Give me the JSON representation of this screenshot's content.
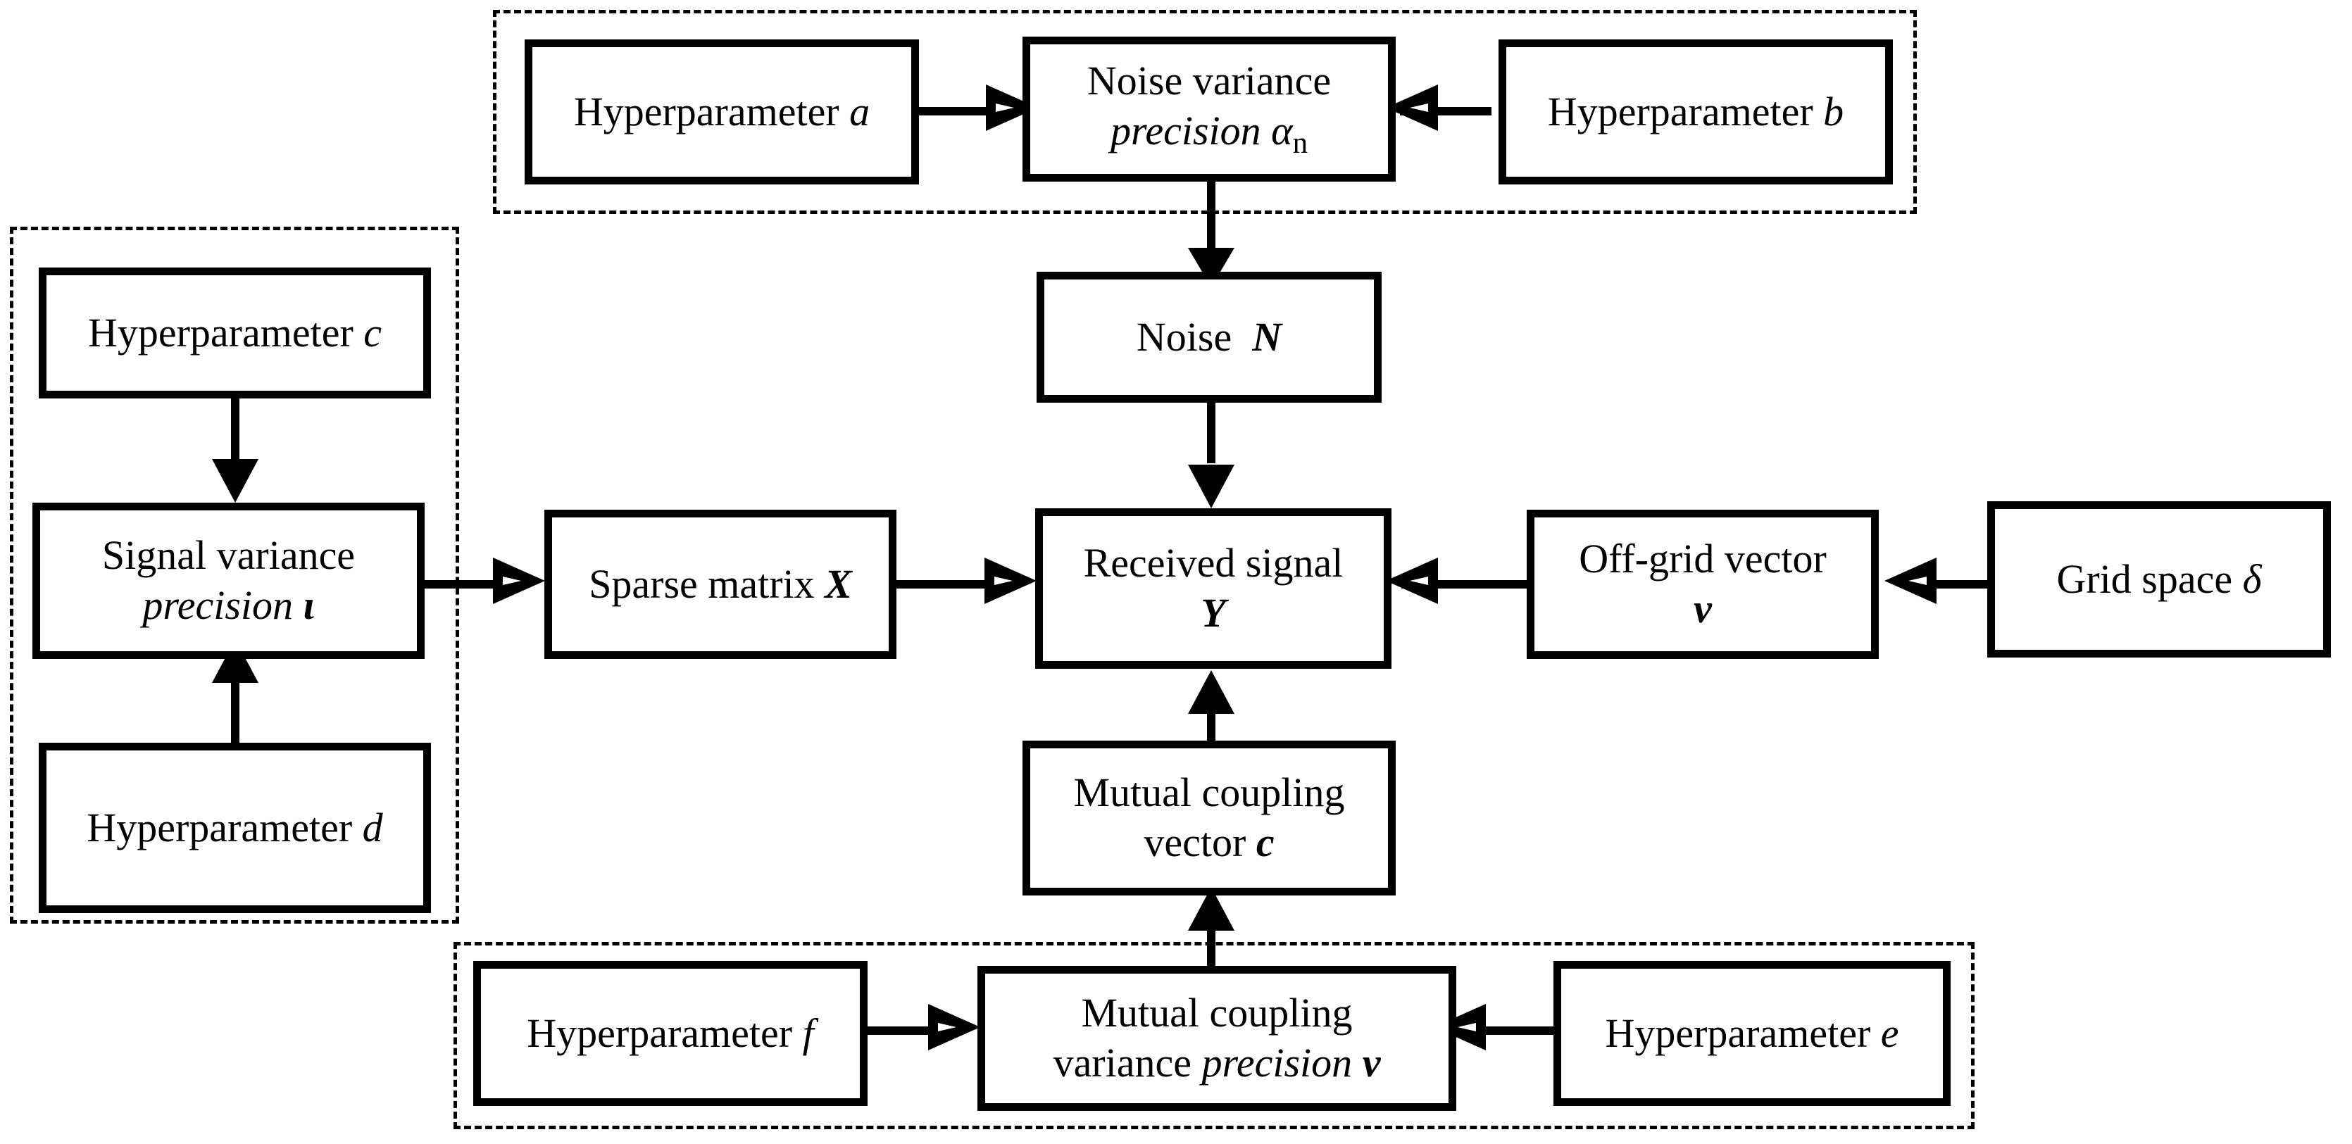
{
  "diagram": {
    "title": "Hierarchical Bayesian model block diagram",
    "stroke_color": "#000000",
    "background_color": "#ffffff",
    "group_border_style": "dashed"
  },
  "nodes": {
    "hyper_a": {
      "line1": "Hyperparameter ",
      "var1": "a"
    },
    "noise_variance": {
      "line1": "Noise variance",
      "line2_prefix": "precision ",
      "var2": "α",
      "sub2": "n"
    },
    "hyper_b": {
      "line1": "Hyperparameter ",
      "var1": "b"
    },
    "noise_n": {
      "line1": "Noise  ",
      "var1": "N"
    },
    "hyper_c": {
      "line1": "Hyperparameter ",
      "var1": "c"
    },
    "signal_variance": {
      "line1": "Signal variance",
      "line2_prefix": "precision ",
      "var2": "ι"
    },
    "hyper_d": {
      "line1": "Hyperparameter ",
      "var1": "d"
    },
    "sparse_matrix": {
      "line1": "Sparse matrix ",
      "var1": "X"
    },
    "received_signal": {
      "line1": "Received signal",
      "var2": "Y"
    },
    "offgrid_vector": {
      "line1": "Off-grid vector",
      "var2": "v"
    },
    "grid_space": {
      "line1": "Grid space ",
      "var1": "δ"
    },
    "mutual_coupling_vector": {
      "line1": "Mutual coupling",
      "line2_prefix": "vector ",
      "var2": "c"
    },
    "hyper_f": {
      "line1": "Hyperparameter ",
      "var1": "f"
    },
    "mutual_coupling_variance": {
      "line1": "Mutual coupling",
      "line2_prefix": "variance ",
      "line2_italic": "precision ",
      "var2": "ν"
    },
    "hyper_e": {
      "line1": "Hyperparameter ",
      "var1": "e"
    }
  },
  "groups": {
    "noise_prior_group": "noise precision prior group",
    "signal_prior_group": "signal precision prior group",
    "coupling_prior_group": "mutual coupling precision prior group"
  },
  "edges": [
    {
      "from": "hyper_a",
      "to": "noise_variance",
      "direction": "right"
    },
    {
      "from": "hyper_b",
      "to": "noise_variance",
      "direction": "left"
    },
    {
      "from": "noise_variance",
      "to": "noise_n",
      "direction": "down"
    },
    {
      "from": "noise_n",
      "to": "received_signal",
      "direction": "down"
    },
    {
      "from": "hyper_c",
      "to": "signal_variance",
      "direction": "down"
    },
    {
      "from": "hyper_d",
      "to": "signal_variance",
      "direction": "up"
    },
    {
      "from": "signal_variance",
      "to": "sparse_matrix",
      "direction": "right"
    },
    {
      "from": "sparse_matrix",
      "to": "received_signal",
      "direction": "right"
    },
    {
      "from": "offgrid_vector",
      "to": "received_signal",
      "direction": "left"
    },
    {
      "from": "grid_space",
      "to": "offgrid_vector",
      "direction": "left"
    },
    {
      "from": "mutual_coupling_vector",
      "to": "received_signal",
      "direction": "up"
    },
    {
      "from": "mutual_coupling_variance",
      "to": "mutual_coupling_vector",
      "direction": "up"
    },
    {
      "from": "hyper_f",
      "to": "mutual_coupling_variance",
      "direction": "right"
    },
    {
      "from": "hyper_e",
      "to": "mutual_coupling_variance",
      "direction": "left"
    }
  ]
}
